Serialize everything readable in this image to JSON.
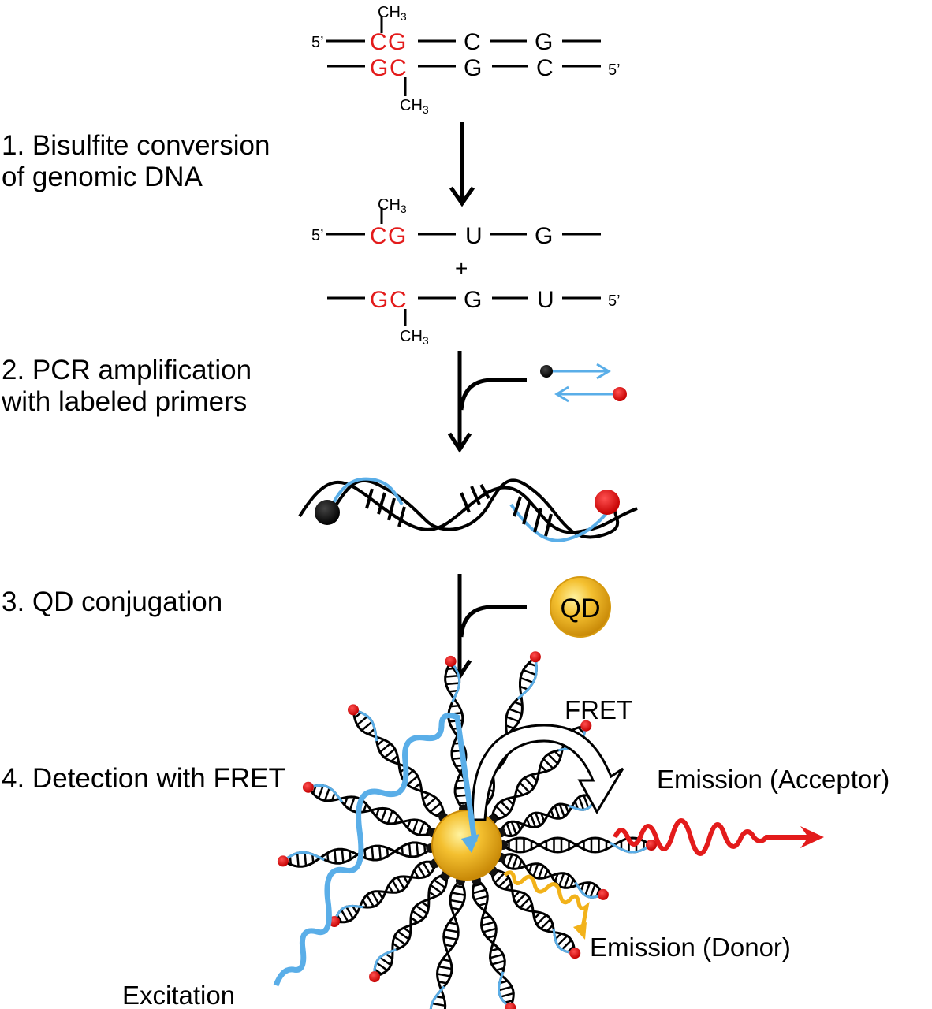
{
  "steps": [
    {
      "label": "1. Bisulfite conversion\nof genomic DNA"
    },
    {
      "label": "2. PCR amplification\nwith labeled primers"
    },
    {
      "label": "3. QD conjugation"
    },
    {
      "label": "4. Detection with FRET"
    }
  ],
  "colors": {
    "methylated": "#e31b1b",
    "primer_strand": "#5aaee8",
    "acceptor_dye": "#e31b1b",
    "donor_dye": "#111111",
    "qd": "#f2b21a",
    "donor_emission": "#f2b21a",
    "acceptor_emission": "#e31b1b",
    "excitation": "#5aaee8"
  },
  "dna_original": {
    "top": {
      "five_prime": "5’",
      "bases": [
        "C",
        "G",
        "C",
        "G"
      ],
      "methyl": "CH3"
    },
    "bottom": {
      "five_prime": "5’",
      "bases": [
        "G",
        "C",
        "G",
        "C"
      ],
      "methyl": "CH3"
    }
  },
  "dna_converted": {
    "top": {
      "five_prime": "5’",
      "bases": [
        "C",
        "G",
        "U",
        "G"
      ],
      "methyl": "CH3"
    },
    "plus": "+",
    "bottom": {
      "five_prime": "5’",
      "bases": [
        "G",
        "C",
        "G",
        "U"
      ],
      "methyl": "CH3"
    }
  },
  "qd_label": "QD",
  "detection": {
    "fret": "FRET",
    "emission_acceptor": "Emission (Acceptor)",
    "emission_donor": "Emission (Donor)",
    "excitation": "Excitation"
  }
}
